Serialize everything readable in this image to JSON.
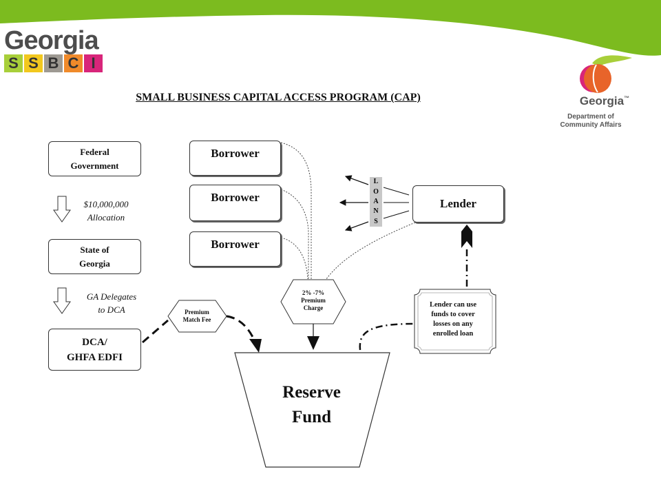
{
  "header": {
    "logo_word": "Georgia",
    "logo_letters": [
      {
        "char": "S",
        "color": "#a8cf3a"
      },
      {
        "char": "S",
        "color": "#f2c81e"
      },
      {
        "char": "B",
        "color": "#9e9a93"
      },
      {
        "char": "C",
        "color": "#f08a2a"
      },
      {
        "char": "I",
        "color": "#d8257a"
      }
    ],
    "dca_logo": {
      "name": "Georgia",
      "tm": "™",
      "line1": "Department of",
      "line2": "Community Affairs"
    },
    "banner_color": "#7cbb1f"
  },
  "diagram": {
    "title": "SMALL BUSINESS CAPITAL ACCESS PROGRAM (CAP)",
    "federal": "Federal Government",
    "allocation_amount": "$10,000,000",
    "allocation_label": "Allocation",
    "state": "State of Georgia",
    "delegates_line1": "GA Delegates",
    "delegates_line2": "to DCA",
    "dca_line1": "DCA/",
    "dca_line2": "GHFA EDFI",
    "borrowers": [
      "Borrower",
      "Borrower",
      "Borrower"
    ],
    "lender": "Lender",
    "loans_letters": [
      "L",
      "O",
      "A",
      "N",
      "S"
    ],
    "premium_charge_line1": "2% -7%",
    "premium_charge_line2": "Premium",
    "premium_charge_line3": "Charge",
    "match_fee_line1": "Premium",
    "match_fee_line2": "Match Fee",
    "reserve_line1": "Reserve",
    "reserve_line2": "Fund",
    "lender_note": "Lender can use funds to cover losses on any enrolled loan"
  }
}
